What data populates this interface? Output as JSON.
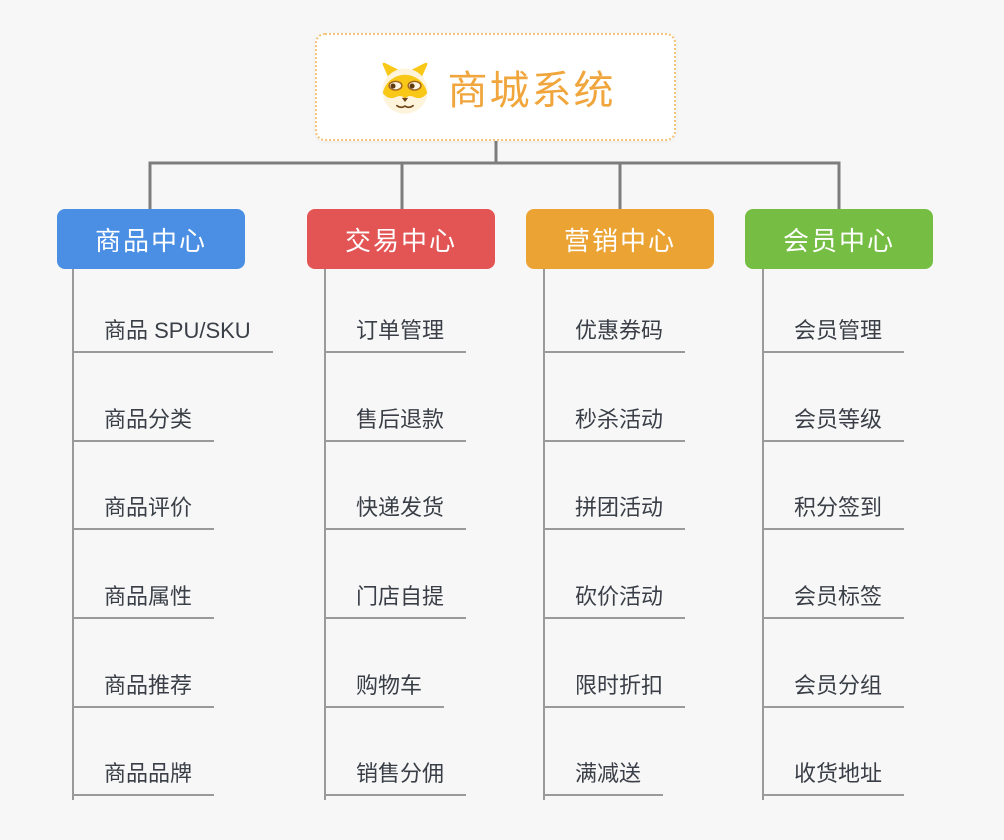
{
  "root": {
    "title": "商城系统",
    "icon": "dog-face-icon",
    "text_color": "#f0a63c",
    "border_color": "#f3c377",
    "background": "#ffffff"
  },
  "branches": [
    {
      "label": "商品中心",
      "color": "#4a8fe4",
      "items": [
        "商品 SPU/SKU",
        "商品分类",
        "商品评价",
        "商品属性",
        "商品推荐",
        "商品品牌"
      ]
    },
    {
      "label": "交易中心",
      "color": "#e35454",
      "items": [
        "订单管理",
        "售后退款",
        "快递发货",
        "门店自提",
        "购物车",
        "销售分佣"
      ]
    },
    {
      "label": "营销中心",
      "color": "#eba334",
      "items": [
        "优惠券码",
        "秒杀活动",
        "拼团活动",
        "砍价活动",
        "限时折扣",
        "满减送"
      ]
    },
    {
      "label": "会员中心",
      "color": "#76be43",
      "items": [
        "会员管理",
        "会员等级",
        "积分签到",
        "会员标签",
        "会员分组",
        "收货地址"
      ]
    }
  ],
  "colors": {
    "canvas_background": "#f7f7f7",
    "main_connector": "#7d7d7d",
    "leaf_connector": "#9a9a9a",
    "leaf_text": "#3a3f47",
    "branch_text": "#ffffff"
  }
}
